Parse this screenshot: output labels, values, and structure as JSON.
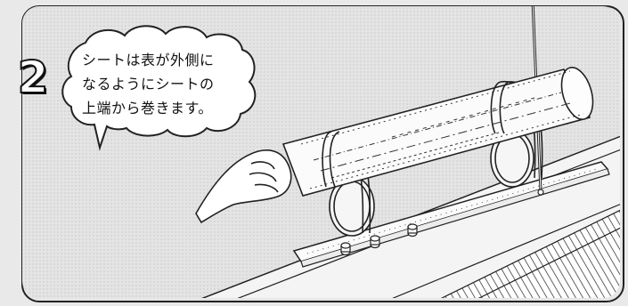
{
  "step": {
    "number": "2"
  },
  "instruction": {
    "lines": [
      "シートは表が外側に",
      "なるようにシートの",
      "上端から巻きます。"
    ]
  }
}
